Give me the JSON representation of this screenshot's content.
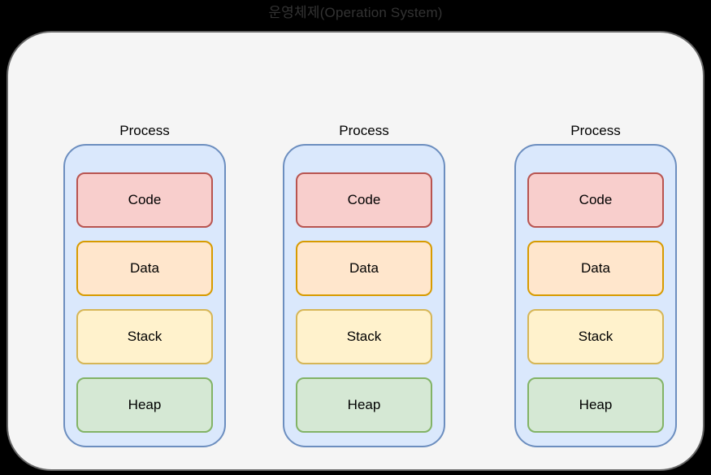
{
  "title": "운영체제(Operation System)",
  "colors": {
    "background": "#000000",
    "title_text": "#333333",
    "os_fill": "#f5f5f5",
    "os_stroke": "#666666",
    "process_fill": "#dae8fc",
    "process_stroke": "#6c8ebf",
    "label_text": "#000000"
  },
  "processes": [
    {
      "label": "Process",
      "segments": [
        {
          "name": "Code",
          "fill": "#f8cecc",
          "stroke": "#b85450"
        },
        {
          "name": "Data",
          "fill": "#ffe6cc",
          "stroke": "#d79b00"
        },
        {
          "name": "Stack",
          "fill": "#fff2cc",
          "stroke": "#d6b656"
        },
        {
          "name": "Heap",
          "fill": "#d5e8d4",
          "stroke": "#82b366"
        }
      ]
    },
    {
      "label": "Process",
      "segments": [
        {
          "name": "Code",
          "fill": "#f8cecc",
          "stroke": "#b85450"
        },
        {
          "name": "Data",
          "fill": "#ffe6cc",
          "stroke": "#d79b00"
        },
        {
          "name": "Stack",
          "fill": "#fff2cc",
          "stroke": "#d6b656"
        },
        {
          "name": "Heap",
          "fill": "#d5e8d4",
          "stroke": "#82b366"
        }
      ]
    },
    {
      "label": "Process",
      "segments": [
        {
          "name": "Code",
          "fill": "#f8cecc",
          "stroke": "#b85450"
        },
        {
          "name": "Data",
          "fill": "#ffe6cc",
          "stroke": "#d79b00"
        },
        {
          "name": "Stack",
          "fill": "#fff2cc",
          "stroke": "#d6b656"
        },
        {
          "name": "Heap",
          "fill": "#d5e8d4",
          "stroke": "#82b366"
        }
      ]
    }
  ]
}
